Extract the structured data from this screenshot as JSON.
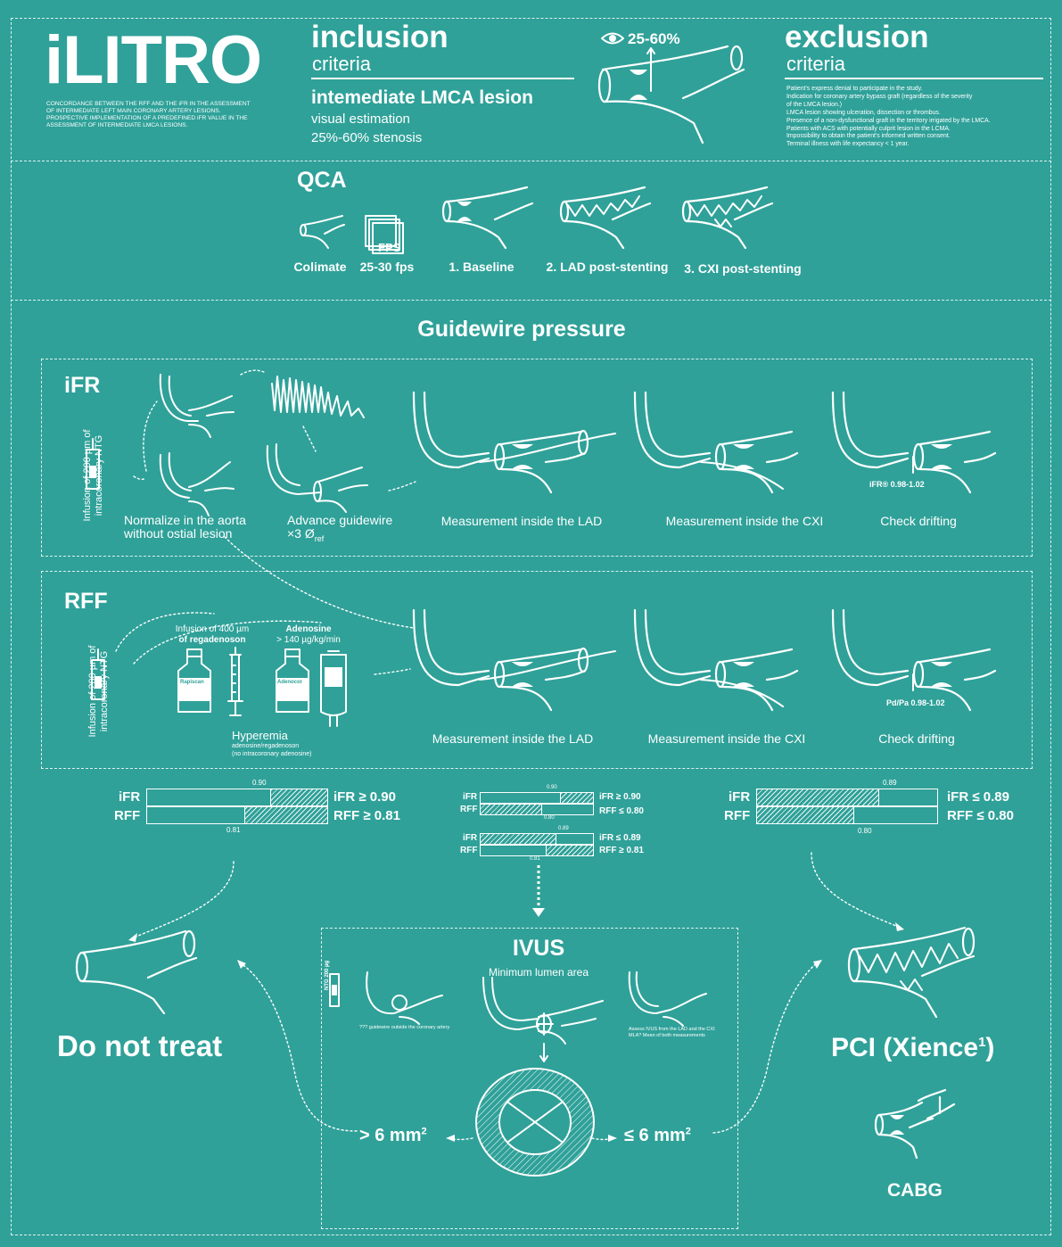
{
  "header": {
    "title": "iLITRO",
    "subtitle_lines": [
      "CONCORDANCE BETWEEN THE RFF AND THE iFR IN THE ASSESSMENT",
      "OF INTERMEDIATE LEFT MAIN CORONARY ARTERY LESIONS.",
      "PROSPECTIVE IMPLEMENTATION OF A PREDEFINED iFR VALUE IN THE",
      "ASSESSMENT OF INTERMEDIATE LMCA LESIONS."
    ],
    "inclusion_title": "inclusion",
    "inclusion_sub": "criteria",
    "inclusion_lesion": "intemediate LMCA lesion",
    "inclusion_visual": "visual estimation",
    "inclusion_stenosis": "25%-60% stenosis",
    "eye_range": "25-60%",
    "exclusion_title": "exclusion",
    "exclusion_sub": "criteria",
    "exclusion_items": [
      "Patient's express denial to participate in the study.",
      "Indication for coronary artery bypass graft (regardless of the severity",
      "of the LMCA lesion.)",
      "LMCA lesion showing ulceration, dissection or thrombus.",
      "Presence of a non-dysfunctional graft in the territory irrigated by the LMCA.",
      "Patients with ACS with potentially culprit lesion in the LCMA.",
      "Impossibility to obtain the patient's informed written consent.",
      "Terminal illness with life expectancy < 1 year."
    ]
  },
  "qca": {
    "title": "QCA",
    "fps_icon_text": "FPS",
    "labels": [
      "Colimate",
      "25-30 fps",
      "1. Baseline",
      "2. LAD post-stenting",
      "3. CXI post-stenting"
    ]
  },
  "guidewire": {
    "title": "Guidewire pressure",
    "ifr": {
      "title": "iFR",
      "infusion": "Infusion of 200 µm of intracoronary NTG",
      "normalize": "Normalize in the aorta",
      "normalize2": "without ostial lesion",
      "advance": "Advance guidewire",
      "advance2": "×3 Ø",
      "advance2_sub": "ref",
      "lad": "Measurement inside the LAD",
      "cxi": "Measurement inside the CXI",
      "drift": "Check drifting",
      "drift_value": "iFR® 0.98-1.02"
    },
    "rff": {
      "title": "RFF",
      "infusion": "Infusion of 200 µm of intracoronary NTG",
      "regaden_1": "Infusion of 400 µm",
      "regaden_2": "of regadenoson",
      "adenosine_1": "Adenosine",
      "adenosine_2": "> 140 µg/kg/min",
      "vial1": "Rapiscan",
      "vial2": "Adenocor",
      "hyperemia": "Hyperemia",
      "hyperemia_sub1": "adenosine/regadenoson",
      "hyperemia_sub2": "(no intracoronary adenosine)",
      "lad": "Measurement inside the LAD",
      "cxi": "Measurement inside the CXI",
      "drift": "Check drifting",
      "drift_value": "Pd/Pa 0.98-1.02"
    }
  },
  "thresholds": {
    "left": {
      "ifr_label": "iFR",
      "rff_label": "RFF",
      "ifr_val": "0.90",
      "rff_val": "0.81",
      "ifr_rule": "iFR ≥ 0.90",
      "rff_rule": "RFF ≥ 0.81"
    },
    "mid1": {
      "ifr_label": "iFR",
      "rff_label": "RFF",
      "ifr_val": "0.90",
      "rff_val": "0.80",
      "ifr_rule": "iFR ≥ 0.90",
      "rff_rule": "RFF ≤ 0.80"
    },
    "mid2": {
      "ifr_label": "iFR",
      "rff_label": "RFF",
      "ifr_val": "0.89",
      "rff_val": "0.81",
      "ifr_rule": "iFR ≤ 0.89",
      "rff_rule": "RFF ≥ 0.81"
    },
    "right": {
      "ifr_label": "iFR",
      "rff_label": "RFF",
      "ifr_val": "0.89",
      "rff_val": "0.80",
      "ifr_rule": "iFR ≤ 0.89",
      "rff_rule": "RFF ≤ 0.80"
    }
  },
  "outcomes": {
    "no_treat": "Do not treat",
    "pci": "PCI (Xience",
    "pci_sup": "1",
    "pci_close": ")",
    "cabg": "CABG"
  },
  "ivus": {
    "title": "IVUS",
    "subtitle": "Minimum lumen area",
    "note_left": "??? guidewire outside the coronary artery",
    "note_ntg": "NTG 200 µg",
    "note_right_1": "Assess IVUS from the LAD and the CXI",
    "note_right_2": "MLA? Mean of both measurements",
    "gt": ">  6 mm",
    "le": "≤  6 mm",
    "sup": "2"
  }
}
